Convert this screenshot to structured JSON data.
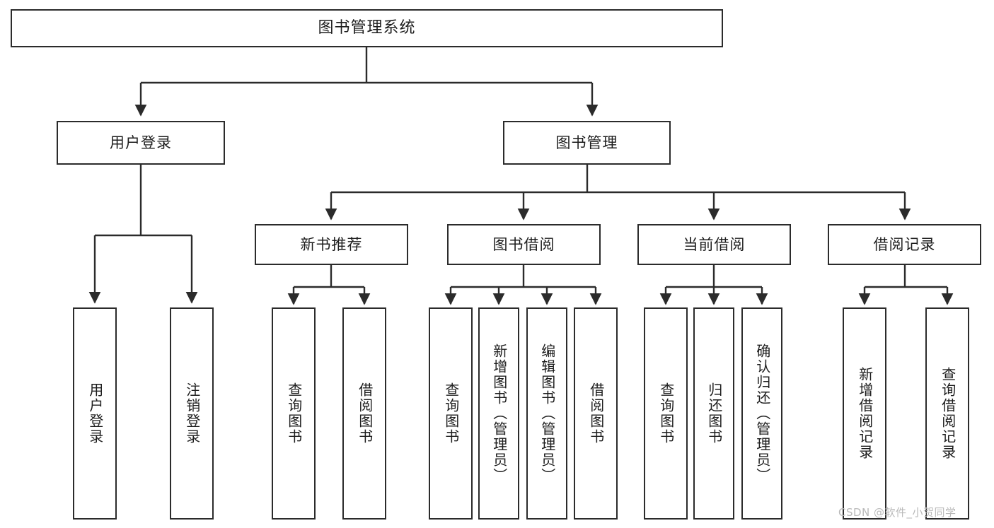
{
  "diagram": {
    "type": "tree-hierarchy",
    "title": "图书管理系统",
    "watermark": "CSDN @软件_小贺同学",
    "style": {
      "background": "#ffffff",
      "box_fill": "#ffffff",
      "box_border": "#2b2b2b",
      "connector": "#2b2b2b",
      "text": "#1d1d1d",
      "watermark_color": "#b9b9b9"
    },
    "nodes": {
      "root": {
        "label": "图书管理系统",
        "level": 1
      },
      "n_user_login": {
        "label": "用户登录",
        "level": 2
      },
      "n_book_mgmt": {
        "label": "图书管理",
        "level": 2
      },
      "n_new_book_rec": {
        "label": "新书推荐",
        "level": 3
      },
      "n_book_borrow": {
        "label": "图书借阅",
        "level": 3
      },
      "n_current_borrow": {
        "label": "当前借阅",
        "level": 3
      },
      "n_borrow_record": {
        "label": "借阅记录",
        "level": 3
      },
      "l_user_login": {
        "label": "用户登录",
        "level": 4
      },
      "l_logout": {
        "label": "注销登录",
        "level": 4
      },
      "l_query_book_1": {
        "label": "查询图书",
        "level": 4
      },
      "l_borrow_book_1": {
        "label": "借阅图书",
        "level": 4
      },
      "l_query_book_2": {
        "label": "查询图书",
        "level": 4
      },
      "l_add_book": {
        "label": "新增图书（管理员）",
        "level": 4
      },
      "l_edit_book": {
        "label": "编辑图书（管理员）",
        "level": 4
      },
      "l_borrow_book_2": {
        "label": "借阅图书",
        "level": 4
      },
      "l_query_book_3": {
        "label": "查询图书",
        "level": 4
      },
      "l_return_book": {
        "label": "归还图书",
        "level": 4
      },
      "l_confirm_return": {
        "label": "确认归还（管理员）",
        "level": 4
      },
      "l_add_record": {
        "label": "新增借阅记录",
        "level": 4
      },
      "l_query_record": {
        "label": "查询借阅记录",
        "level": 4
      }
    },
    "edges": [
      {
        "from": "root",
        "to": "n_user_login"
      },
      {
        "from": "root",
        "to": "n_book_mgmt"
      },
      {
        "from": "n_user_login",
        "to": "l_user_login"
      },
      {
        "from": "n_user_login",
        "to": "l_logout"
      },
      {
        "from": "n_book_mgmt",
        "to": "n_new_book_rec"
      },
      {
        "from": "n_book_mgmt",
        "to": "n_book_borrow"
      },
      {
        "from": "n_book_mgmt",
        "to": "n_current_borrow"
      },
      {
        "from": "n_book_mgmt",
        "to": "n_borrow_record"
      },
      {
        "from": "n_new_book_rec",
        "to": "l_query_book_1"
      },
      {
        "from": "n_new_book_rec",
        "to": "l_borrow_book_1"
      },
      {
        "from": "n_book_borrow",
        "to": "l_query_book_2"
      },
      {
        "from": "n_book_borrow",
        "to": "l_add_book"
      },
      {
        "from": "n_book_borrow",
        "to": "l_edit_book"
      },
      {
        "from": "n_book_borrow",
        "to": "l_borrow_book_2"
      },
      {
        "from": "n_current_borrow",
        "to": "l_query_book_3"
      },
      {
        "from": "n_current_borrow",
        "to": "l_return_book"
      },
      {
        "from": "n_current_borrow",
        "to": "l_confirm_return"
      },
      {
        "from": "n_borrow_record",
        "to": "l_add_record"
      },
      {
        "from": "n_borrow_record",
        "to": "l_query_record"
      }
    ]
  }
}
